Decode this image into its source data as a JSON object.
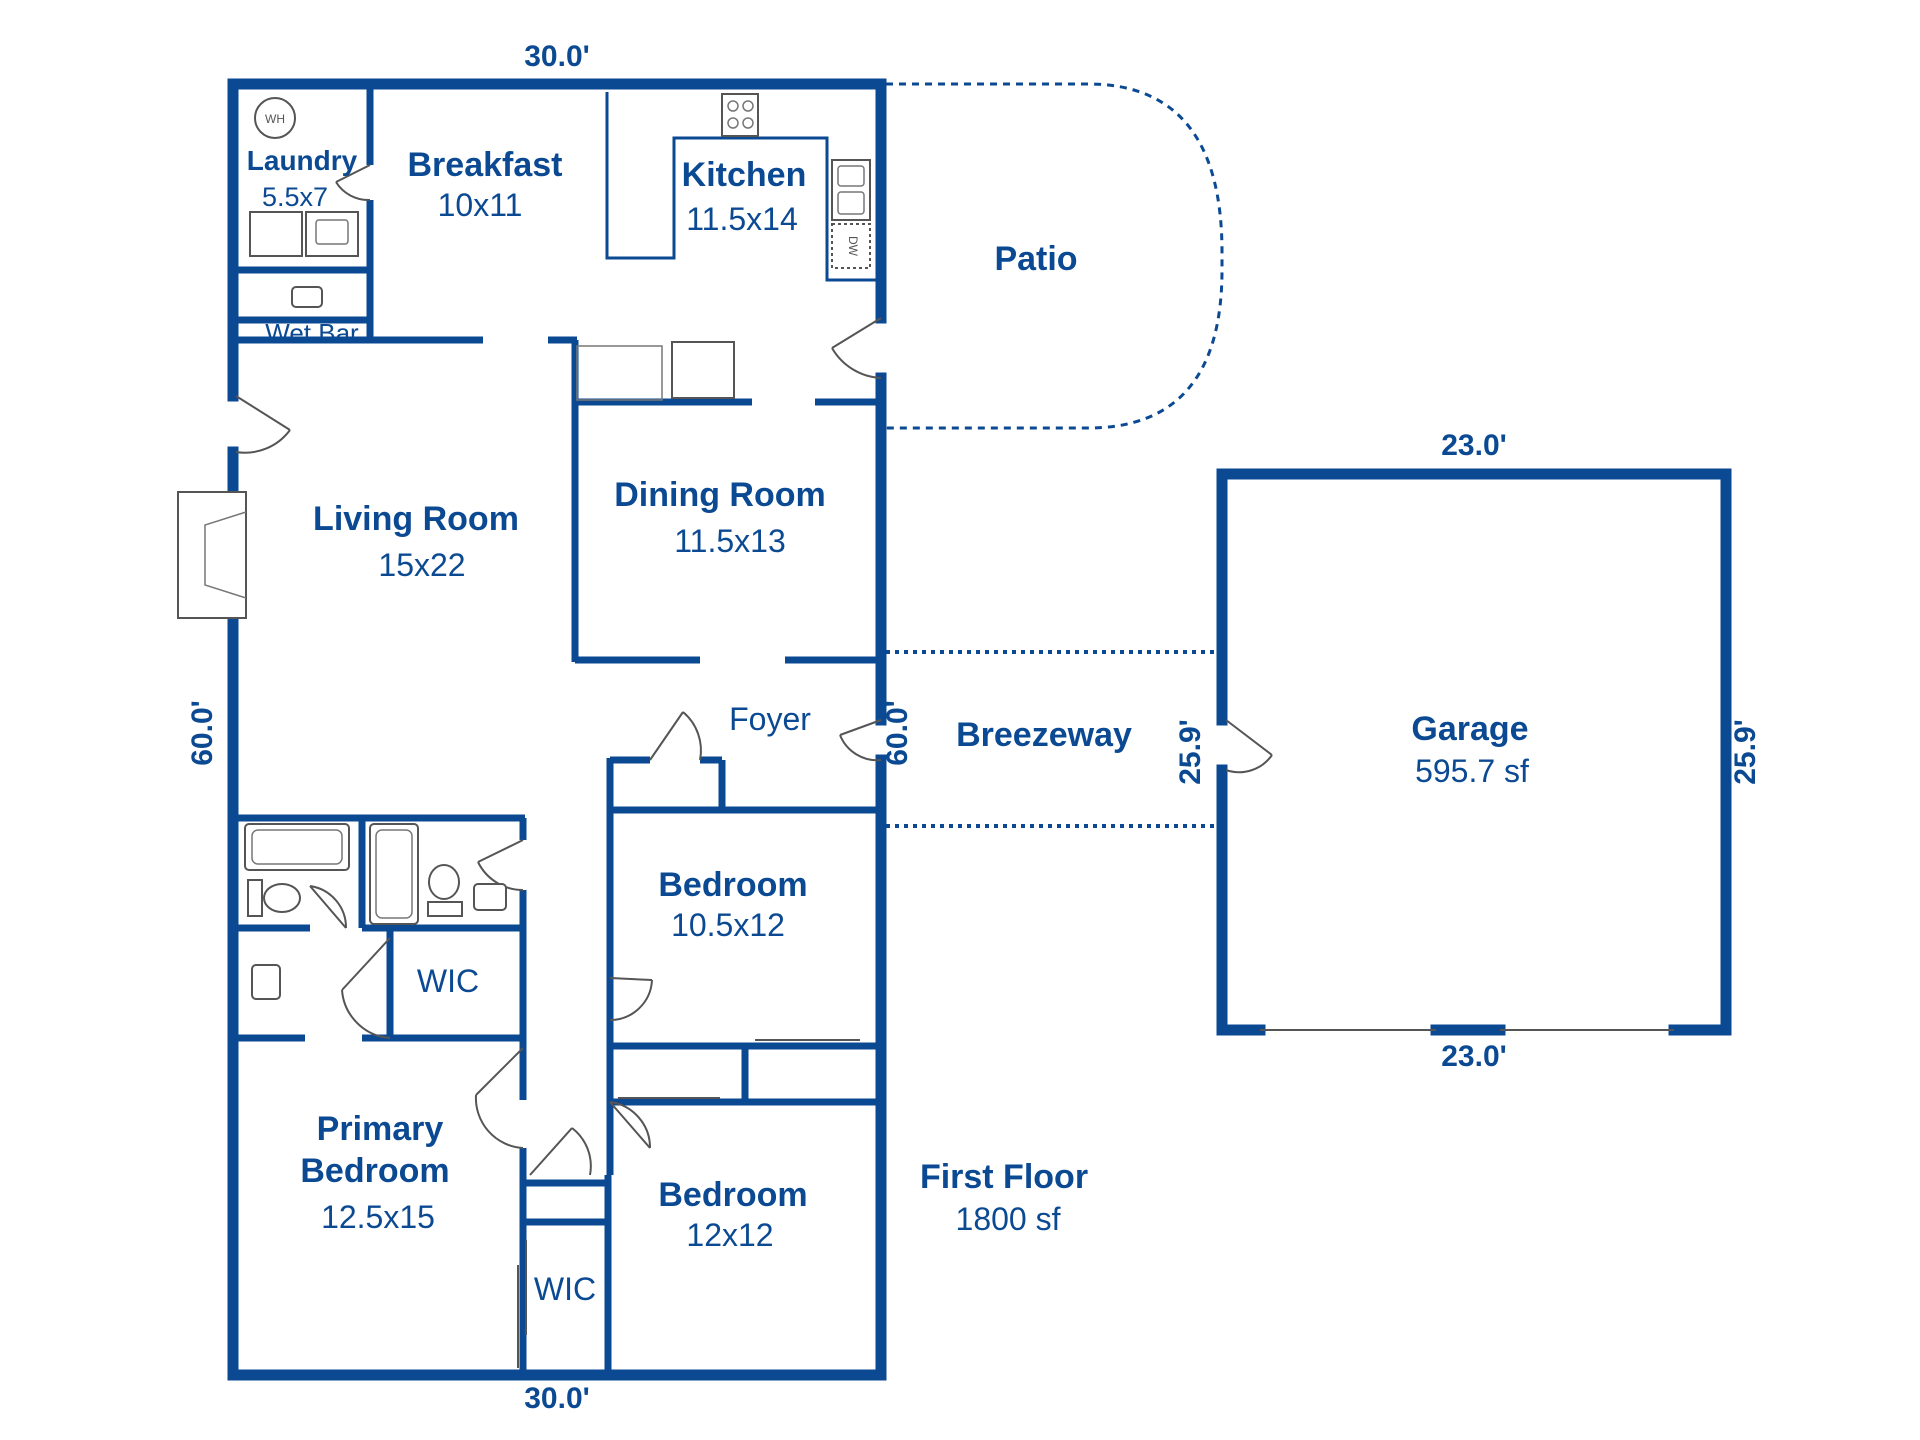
{
  "rooms": {
    "laundry": {
      "name": "Laundry",
      "size": "5.5x7"
    },
    "breakfast": {
      "name": "Breakfast",
      "size": "10x11"
    },
    "kitchen": {
      "name": "Kitchen",
      "size": "11.5x14"
    },
    "patio": {
      "name": "Patio"
    },
    "wet_bar": {
      "name": "Wet Bar"
    },
    "living_room": {
      "name": "Living Room",
      "size": "15x22"
    },
    "dining_room": {
      "name": "Dining Room",
      "size": "11.5x13"
    },
    "foyer": {
      "name": "Foyer"
    },
    "breezeway": {
      "name": "Breezeway"
    },
    "garage": {
      "name": "Garage",
      "size": "595.7 sf"
    },
    "bedroom_1": {
      "name": "Bedroom",
      "size": "10.5x12"
    },
    "wic_1": {
      "name": "WIC"
    },
    "primary_bedroom": {
      "name_line1": "Primary",
      "name_line2": "Bedroom",
      "size": "12.5x15"
    },
    "bedroom_2": {
      "name": "Bedroom",
      "size": "12x12"
    },
    "wic_2": {
      "name": "WIC"
    }
  },
  "floor": {
    "name": "First Floor",
    "area": "1800 sf"
  },
  "dimensions": {
    "house_top": "30.0'",
    "house_bottom": "30.0'",
    "house_left": "60.0'",
    "house_right": "60.0'",
    "garage_top": "23.0'",
    "garage_bottom": "23.0'",
    "garage_left": "25.9'",
    "garage_right": "25.9'"
  },
  "fixtures": {
    "water_heater": "WH",
    "dishwasher": "DW"
  },
  "colors": {
    "wall": "#0b4a93",
    "fixture": "#555555",
    "background": "#ffffff"
  }
}
